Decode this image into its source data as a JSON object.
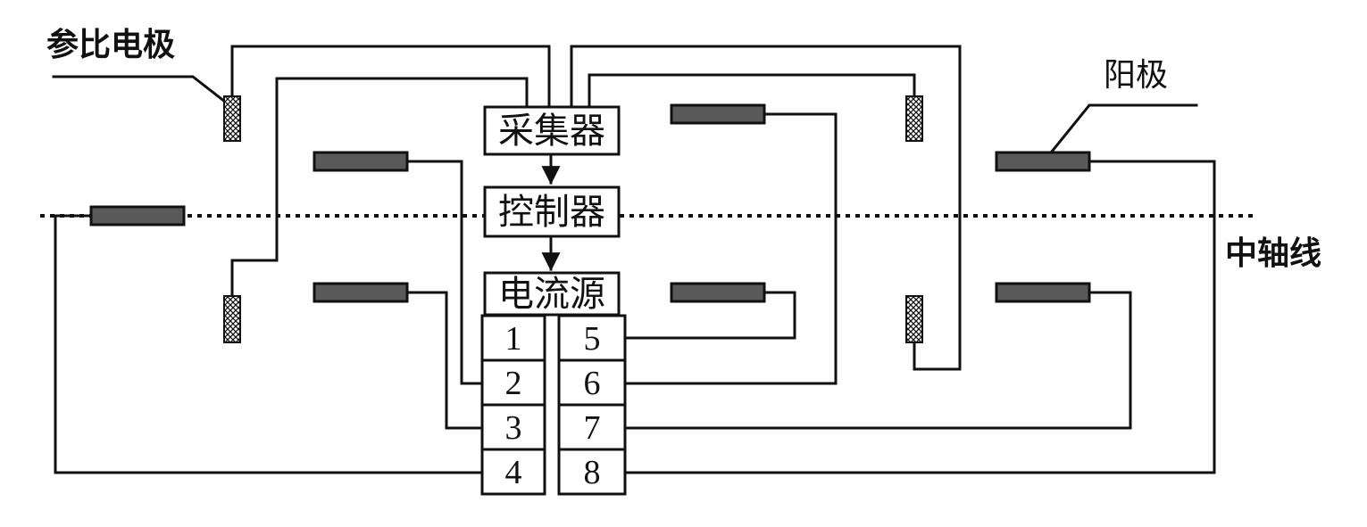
{
  "labels": {
    "reference_electrode": "参比电极",
    "anode": "阳极",
    "central_axis": "中轴线"
  },
  "blocks": {
    "collector": "采集器",
    "controller": "控制器",
    "current_source": "电流源"
  },
  "channels": [
    "1",
    "2",
    "3",
    "4",
    "5",
    "6",
    "7",
    "8"
  ],
  "colors": {
    "line": "#111111",
    "anode_fill": "#595959",
    "hatch": "#111111",
    "background": "#ffffff"
  }
}
